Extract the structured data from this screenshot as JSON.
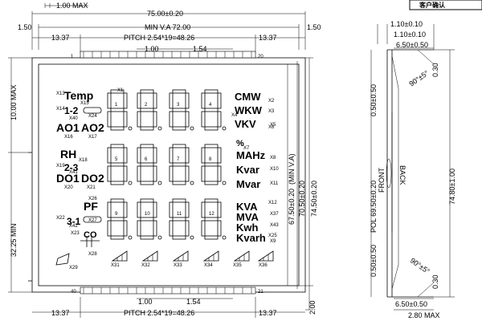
{
  "top_dims": {
    "d1": "1.00 MAX",
    "d2": "75.00±0.20",
    "d3": "MIN V.A 72.00",
    "d4_left": "13.37",
    "d4_pitch": "PITCH 2.54*19=48.26",
    "d4_right": "13.37",
    "d5_a": "1.00",
    "d5_b": "1.54",
    "side_150": "1.50"
  },
  "bottom_dims": {
    "left": "13.37",
    "pitch": "PITCH 2.54*19=48.26",
    "right": "13.37",
    "a": "1.00",
    "b": "1.54",
    "two": "2.00"
  },
  "left_dims": {
    "v1": "10.00 MAX",
    "v2": "32.25 MIN"
  },
  "right_dims": {
    "v1": "67.50±0.20",
    "v2": "70.50±0.20",
    "v3": "74.50±0.20",
    "v4": "(MIN V.A)"
  },
  "pins": {
    "p1": "1",
    "p20": "20",
    "p40": "40",
    "p21": "21"
  },
  "lcd_labels": {
    "temp": "Temp",
    "one_two": "1-2",
    "ao1": "AO1",
    "ao2": "AO2",
    "rh": "RH",
    "two_three": "2-3",
    "do1": "DO1",
    "do2": "DO2",
    "pf": "PF",
    "three_one": "3-1",
    "cmw": "CMW",
    "wkw": "WKW",
    "vkv": "VKV",
    "percent": "%",
    "mahz": "MAHz",
    "kvar": "Kvar",
    "mvar": "Mvar",
    "kva": "KVA",
    "mva": "MVA",
    "kwh": "Kwh",
    "kvarh": "Kvarh",
    "co": "CO"
  },
  "digit_labels": [
    "1",
    "2",
    "3",
    "4",
    "5",
    "6",
    "7",
    "8",
    "9",
    "10",
    "11",
    "12"
  ],
  "x_labels": {
    "x1": "X1",
    "x2": "X2",
    "x3": "X3",
    "x4": "X4",
    "x5": "X5",
    "x6": "X6",
    "x7": "X7",
    "x8": "X8",
    "x9": "X9",
    "x10": "X10",
    "x11": "X11",
    "x12": "X12",
    "x13": "X13",
    "x14": "X14",
    "x15": "X15",
    "x16": "X16",
    "x17": "X17",
    "x18": "X18",
    "x19": "X19",
    "x20": "X20",
    "x21": "X21",
    "x22": "X22",
    "x23": "X23",
    "x24": "X24",
    "x25": "X25",
    "x26": "X26",
    "x27": "X27",
    "x28": "X28",
    "x29": "X29",
    "x31": "X31",
    "x32": "X32",
    "x33": "X33",
    "x34": "X34",
    "x35": "X35",
    "x36": "X36",
    "x37": "X37",
    "x40": "X40",
    "x41": "X41",
    "x42": "X42",
    "x43": "X43"
  },
  "side_view": {
    "t1": "1.10±0.10",
    "t2": "1.10±0.10",
    "t3": "6.50±0.50",
    "r1": "0.30",
    "r2": "0.30",
    "a1": "90°±5°",
    "a2": "90°±5°",
    "l1": "0.50±0.50",
    "l2": "0.50±0.50",
    "pol": "POL 69.50±0.20",
    "front": "FRONT",
    "back": "BACK",
    "h": "74.80±1.00",
    "b1": "6.50±0.50",
    "b2": "2.80 MAX"
  },
  "corner_note": "客户确认"
}
